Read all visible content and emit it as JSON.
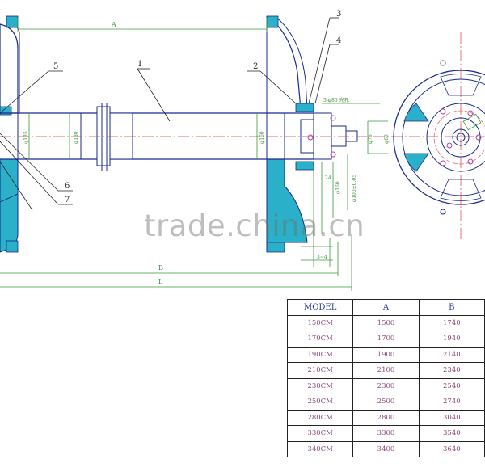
{
  "drawing": {
    "part_labels": [
      "1",
      "2",
      "3",
      "4",
      "5",
      "6",
      "7"
    ],
    "dim_labels": {
      "A": "A",
      "B": "B",
      "L": "L",
      "shaft_note": "3-φ85 光孔",
      "d_left": "φ135",
      "d_bore": "φ130",
      "d_right1": "φ75",
      "d_right2": "φ60",
      "d_flange": "φ160",
      "d_pitch": "φ100±0.05",
      "d_hub": "φ160",
      "w_small": "24",
      "w_key": "3~4"
    }
  },
  "table": {
    "headers": [
      "MODEL",
      "A",
      "B"
    ],
    "rows": [
      [
        "150CM",
        "1500",
        "1740"
      ],
      [
        "170CM",
        "1700",
        "1940"
      ],
      [
        "190CM",
        "1900",
        "2140"
      ],
      [
        "210CM",
        "2100",
        "2340"
      ],
      [
        "230CM",
        "2300",
        "2540"
      ],
      [
        "250CM",
        "2500",
        "2740"
      ],
      [
        "280CM",
        "2800",
        "3040"
      ],
      [
        "330CM",
        "3300",
        "3540"
      ],
      [
        "340CM",
        "3400",
        "3640"
      ]
    ]
  },
  "watermark": "trade.china.cn",
  "colors": {
    "outline": "#1a2a8a",
    "dimension": "#3a9a3a",
    "centerline": "#e03a3a",
    "hatch": "#2ab0c8",
    "leader": "#222222",
    "bolt": "#b040b0"
  }
}
